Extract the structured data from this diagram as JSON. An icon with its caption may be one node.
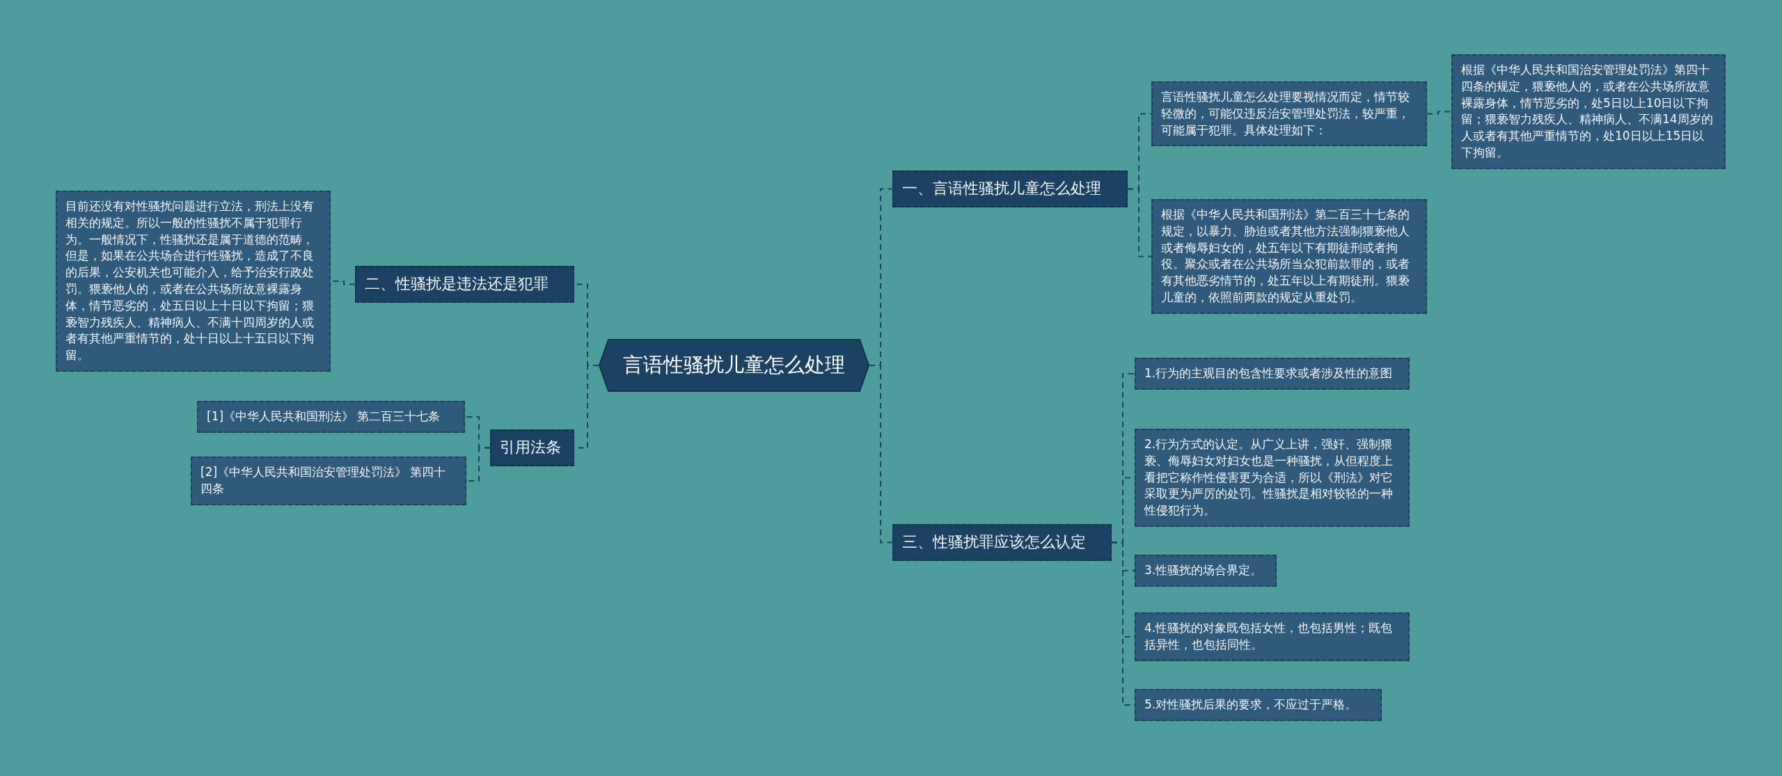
{
  "diagram": {
    "nodes": [
      {
        "text": [
          "言语性骚扰儿童怎么处理"
        ]
      },
      {
        "text": [
          "一、言语性骚扰儿童怎么处理"
        ]
      },
      {
        "text": [
          "言语性骚扰儿童怎么处理要视情况而定，情节较轻微的，可能仅违反治安管理处罚法，较严重，可能属于犯罪。具体处理如下："
        ]
      },
      {
        "text": [
          "根据《中华人民共和国治安管理处罚法》第四十四条的规定，猥亵他人的，或者在公共场所故意裸露身体，情节恶劣的，处5日以上10日以下拘留；猥亵智力残疾人、精神病人、不满14周岁的人或者有其他严重情节的，处10日以上15日以下拘留。"
        ]
      },
      {
        "text": [
          "根据《中华人民共和国刑法》第二百三十七条的规定，以暴力、胁迫或者其他方法强制猥亵他人或者侮辱妇女的，处五年以下有期徒刑或者拘役。聚众或者在公共场所当众犯前款罪的，或者有其他恶劣情节的，处五年以上有期徒刑。猥亵儿童的，依照前两款的规定从重处罚。"
        ]
      },
      {
        "text": [
          "二、性骚扰是违法还是犯罪"
        ]
      },
      {
        "text": [
          "目前还没有对性骚扰问题进行立法，刑法上没有相关的规定。所以一般的性骚扰不属于犯罪行为。一般情况下，性骚扰还是属于道德的范畴，但是，如果在公共场合进行性骚扰，造成了不良的后果，公安机关也可能介入，给予治安行政处罚。猥亵他人的，或者在公共场所故意裸露身体，情节恶劣的，处五日以上十日以下拘留；猥亵智力残疾人、精神病人、不满十四周岁的人或者有其他严重情节的，处十日以上十五日以下拘留。"
        ]
      },
      {
        "text": [
          "引用法条"
        ]
      },
      {
        "text": [
          "[1]《中华人民共和国刑法》 第二百三十七条"
        ]
      },
      {
        "text": [
          "[2]《中华人民共和国治安管理处罚法》 第四十四条"
        ]
      },
      {
        "text": [
          "三、性骚扰罪应该怎么认定"
        ]
      },
      {
        "text": [
          "1.行为的主观目的包含性要求或者涉及性的意图"
        ]
      },
      {
        "text": [
          "2.行为方式的认定。从广义上讲，强奸、强制猥亵、侮辱妇女对妇女也是一种骚扰，从但程度上看把它称作性侵害更为合适，所以《刑法》对它采取更为严厉的处罚。性骚扰是相对较轻的一种性侵犯行为。"
        ]
      },
      {
        "text": [
          "3.性骚扰的场合界定。"
        ]
      },
      {
        "text": [
          "4.性骚扰的对象既包括女性，也包括男性；既包括异性，也包括同性。"
        ]
      },
      {
        "text": [
          "5.对性骚扰后果的要求，不应过于严格。"
        ]
      }
    ],
    "edges": [
      {
        "from": 0,
        "to": 1,
        "arrow": "none"
      },
      {
        "from": 1,
        "to": 2,
        "arrow": "none"
      },
      {
        "from": 2,
        "to": 3,
        "arrow": "none"
      },
      {
        "from": 1,
        "to": 4,
        "arrow": "none"
      },
      {
        "from": 0,
        "to": 5,
        "arrow": "none"
      },
      {
        "from": 5,
        "to": 6,
        "arrow": "none"
      },
      {
        "from": 0,
        "to": 7,
        "arrow": "none"
      },
      {
        "from": 7,
        "to": 8,
        "arrow": "none"
      },
      {
        "from": 7,
        "to": 9,
        "arrow": "none"
      },
      {
        "from": 0,
        "to": 10,
        "arrow": "none"
      },
      {
        "from": 10,
        "to": 11,
        "arrow": "none"
      },
      {
        "from": 10,
        "to": 12,
        "arrow": "none"
      },
      {
        "from": 10,
        "to": 13,
        "arrow": "none"
      },
      {
        "from": 10,
        "to": 14,
        "arrow": "none"
      },
      {
        "from": 10,
        "to": 15,
        "arrow": "none"
      }
    ]
  }
}
